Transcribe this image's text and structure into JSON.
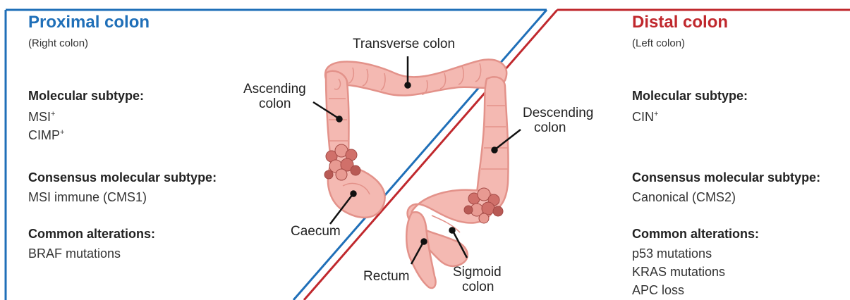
{
  "proximal": {
    "title": "Proximal colon",
    "subtitle": "(Right colon)",
    "molecular_heading": "Molecular subtype:",
    "molecular_1_base": "MSI",
    "molecular_1_sup": "+",
    "molecular_2_base": "CIMP",
    "molecular_2_sup": "+",
    "consensus_heading": "Consensus molecular subtype:",
    "consensus_value": "MSI immune  (CMS1)",
    "alterations_heading": "Common alterations:",
    "alterations": [
      "BRAF mutations"
    ]
  },
  "distal": {
    "title": "Distal colon",
    "subtitle": "(Left colon)",
    "molecular_heading": "Molecular subtype:",
    "molecular_1_base": "CIN",
    "molecular_1_sup": "+",
    "consensus_heading": "Consensus molecular subtype:",
    "consensus_value": "Canonical (CMS2)",
    "alterations_heading": "Common alterations:",
    "alterations": [
      "p53 mutations",
      "KRAS mutations",
      "APC loss"
    ]
  },
  "anatomy": {
    "transverse": "Transverse colon",
    "ascending_1": "Ascending",
    "ascending_2": "colon",
    "descending_1": "Descending",
    "descending_2": "colon",
    "caecum": "Caecum",
    "rectum": "Rectum",
    "sigmoid_1": "Sigmoid",
    "sigmoid_2": "colon"
  },
  "colors": {
    "proximal": "#1f6fb8",
    "distal": "#c0282d",
    "colon_fill": "#f4b9b2",
    "colon_outline": "#e3928a",
    "tumor": "#d0706a"
  }
}
